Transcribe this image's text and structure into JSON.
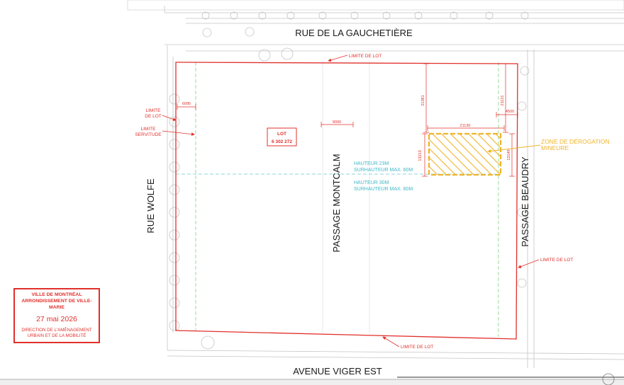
{
  "streets": {
    "top": "RUE DE LA GAUCHETIÈRE",
    "bottom": "AVENUE VIGER EST",
    "left": "RUE WOLFE",
    "middle": "PASSAGE MONTCALM",
    "right": "PASSAGE BEAUDRY"
  },
  "labels": {
    "lot_limit_top": "LIMITE DE LOT",
    "lot_limit_left_1": "LIMITE",
    "lot_limit_left_2": "DE LOT",
    "servitude_1": "LIMITE",
    "servitude_2": "SERVITUDE",
    "lot_limit_right": "LIMITE DE LOT",
    "lot_limit_bottom": "LIMITE DE LOT",
    "lot_title": "LOT",
    "lot_number": "6 302 272",
    "zone_1": "ZONE DE DÉROGATION",
    "zone_2": "MINEURE",
    "height_a_1": "HAUTEUR 23M",
    "height_a_2": "SURHAUTEUR MAX. 60M",
    "height_b_1": "HAUTEUR 30M",
    "height_b_2": "SURHAUTEUR MAX. 80M"
  },
  "dimensions": {
    "d6095": "6095",
    "d9000": "9000",
    "d21130": "21130",
    "d21381": "21381",
    "d21121": "21121",
    "d4500": "4500",
    "d13213": "13213",
    "d13149": "13149"
  },
  "stamp": {
    "line1": "VILLE DE MONTRÉAL",
    "line2": "ARRONDISSEMENT DE VILLE-MARIE",
    "date": "27 mai 2026",
    "line3": "DIRECTION DE L'AMÉNAGEMENT",
    "line4": "URBAIN ET DE LA MOBILITÉ"
  },
  "colors": {
    "lot_line": "#e0302b",
    "zone": "#f0b429",
    "height_text": "#3fb8c8",
    "base": "#b8b8b8"
  }
}
